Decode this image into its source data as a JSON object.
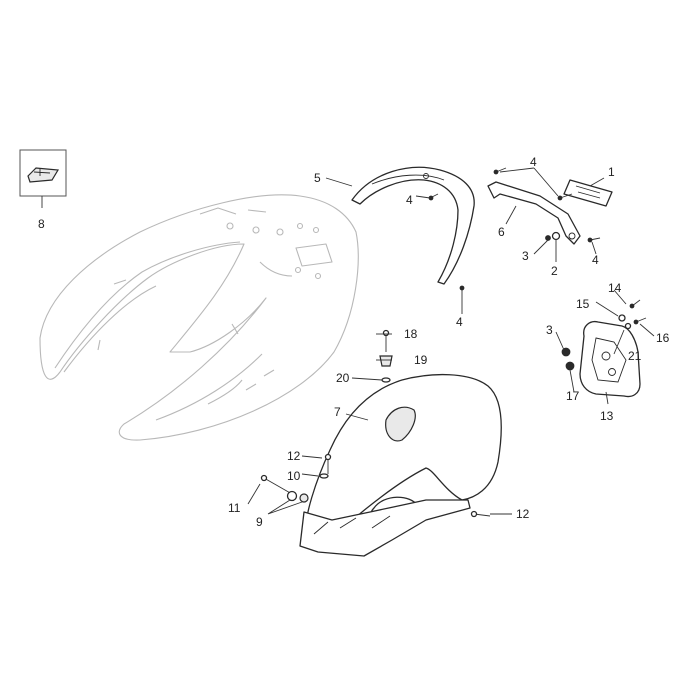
{
  "diagram": {
    "type": "exploded-parts-diagram",
    "callouts": [
      {
        "id": "c1",
        "label": "1"
      },
      {
        "id": "c2",
        "label": "2"
      },
      {
        "id": "c3a",
        "label": "3"
      },
      {
        "id": "c3b",
        "label": "3"
      },
      {
        "id": "c4a",
        "label": "4"
      },
      {
        "id": "c4b",
        "label": "4"
      },
      {
        "id": "c4c",
        "label": "4"
      },
      {
        "id": "c4d",
        "label": "4"
      },
      {
        "id": "c5",
        "label": "5"
      },
      {
        "id": "c6",
        "label": "6"
      },
      {
        "id": "c7",
        "label": "7"
      },
      {
        "id": "c8",
        "label": "8"
      },
      {
        "id": "c9",
        "label": "9"
      },
      {
        "id": "c10",
        "label": "10"
      },
      {
        "id": "c11",
        "label": "11"
      },
      {
        "id": "c12a",
        "label": "12"
      },
      {
        "id": "c12b",
        "label": "12"
      },
      {
        "id": "c13",
        "label": "13"
      },
      {
        "id": "c14",
        "label": "14"
      },
      {
        "id": "c15",
        "label": "15"
      },
      {
        "id": "c16",
        "label": "16"
      },
      {
        "id": "c17",
        "label": "17"
      },
      {
        "id": "c18",
        "label": "18"
      },
      {
        "id": "c19",
        "label": "19"
      },
      {
        "id": "c20",
        "label": "20"
      },
      {
        "id": "c21",
        "label": "21"
      }
    ]
  }
}
